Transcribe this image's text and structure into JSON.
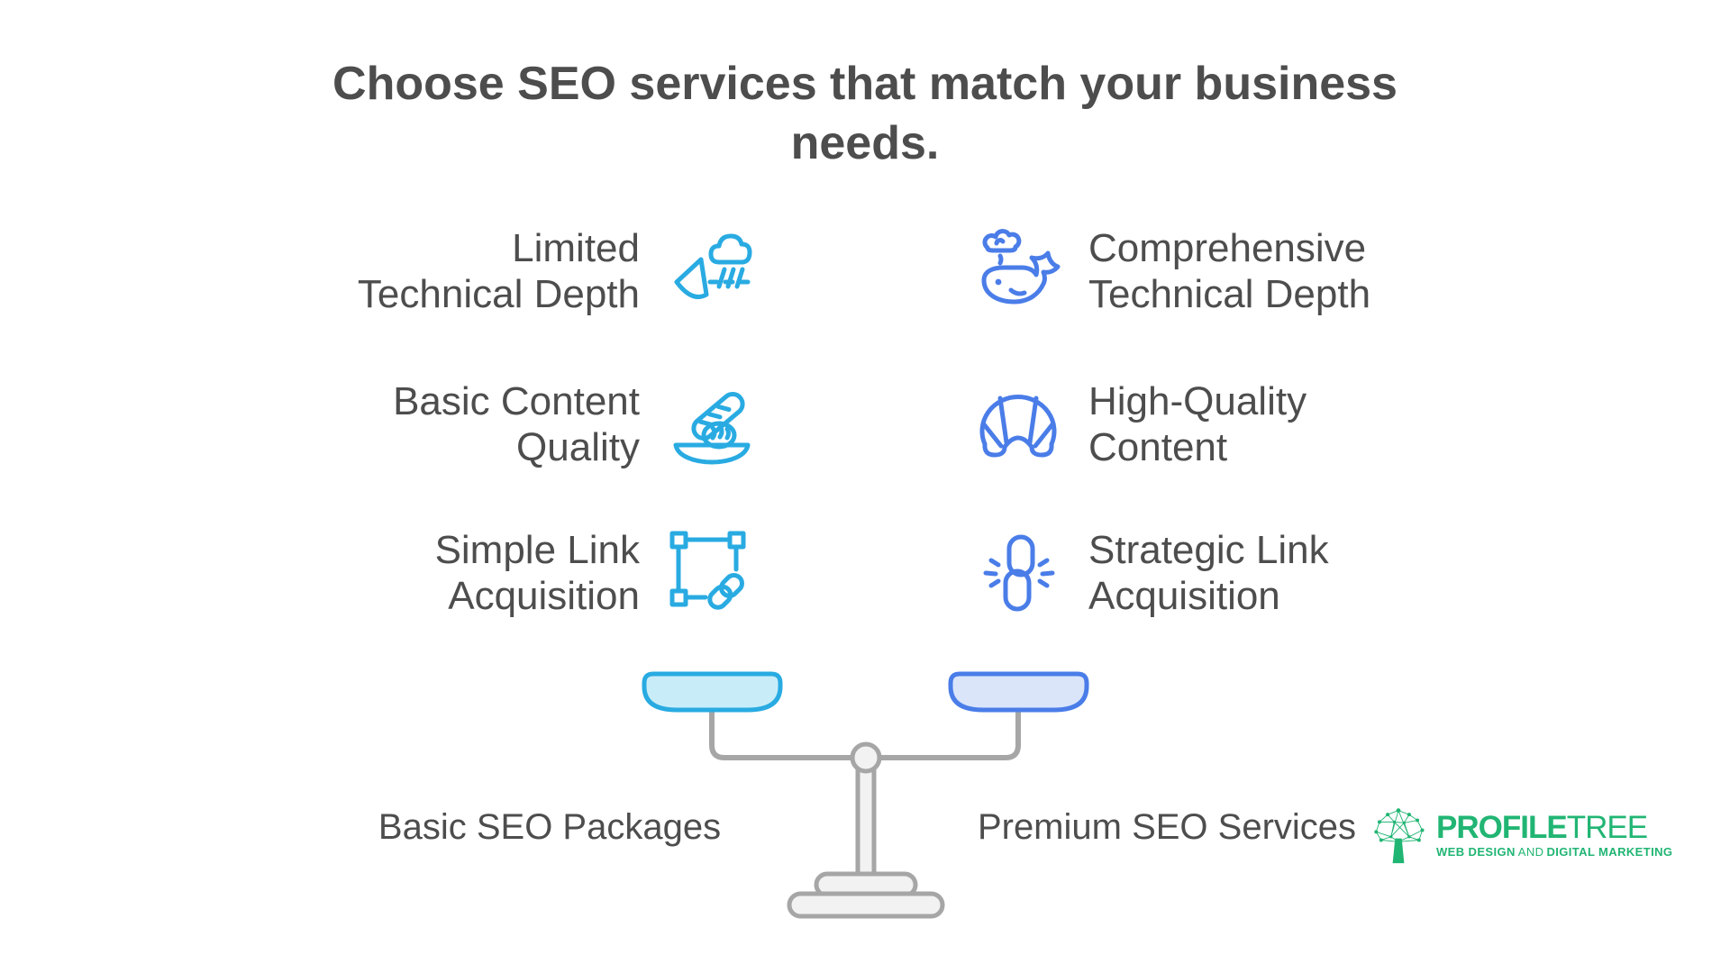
{
  "title": {
    "line1": "Choose SEO services that match your business",
    "line2": "needs."
  },
  "text_color": "#4d4d4d",
  "comparison": {
    "left": {
      "label": "Basic SEO Packages",
      "accent_color": "#29abe2",
      "pan_fill": "#c9edf8",
      "items": [
        {
          "line1": "Limited",
          "line2": "Technical Depth",
          "icon": "steam-cloud-icon"
        },
        {
          "line1": "Basic Content",
          "line2": "Quality",
          "icon": "bread-plate-icon"
        },
        {
          "line1": "Simple Link",
          "line2": "Acquisition",
          "icon": "selection-frame-link-icon"
        }
      ]
    },
    "right": {
      "label": "Premium SEO Services",
      "accent_color": "#4a7de8",
      "pan_fill": "#dae5fa",
      "items": [
        {
          "line1": "Comprehensive",
          "line2": "Technical Depth",
          "icon": "whale-icon"
        },
        {
          "line1": "High-Quality",
          "line2": "Content",
          "icon": "croissant-icon"
        },
        {
          "line1": "Strategic Link",
          "line2": "Acquisition",
          "icon": "chain-link-icon"
        }
      ]
    }
  },
  "scale": {
    "frame_color": "#a6a6a6",
    "base_fill": "#f2f2f2"
  },
  "logo": {
    "color": "#21b573",
    "brand_bold": "PROFILE",
    "brand_light": "TREE",
    "tagline_bold1": "WEB DESIGN",
    "tagline_light": "AND",
    "tagline_bold2": "DIGITAL MARKETING"
  }
}
